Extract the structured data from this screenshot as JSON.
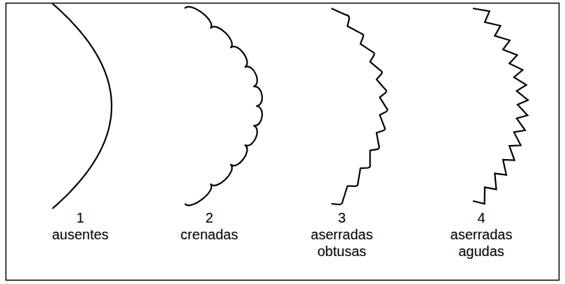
{
  "diagram": {
    "labels": [
      "1",
      "ausentes",
      "2",
      "crenadas",
      "3",
      "aserradas obtusas",
      "4",
      "aserradas agudas"
    ]
  }
}
